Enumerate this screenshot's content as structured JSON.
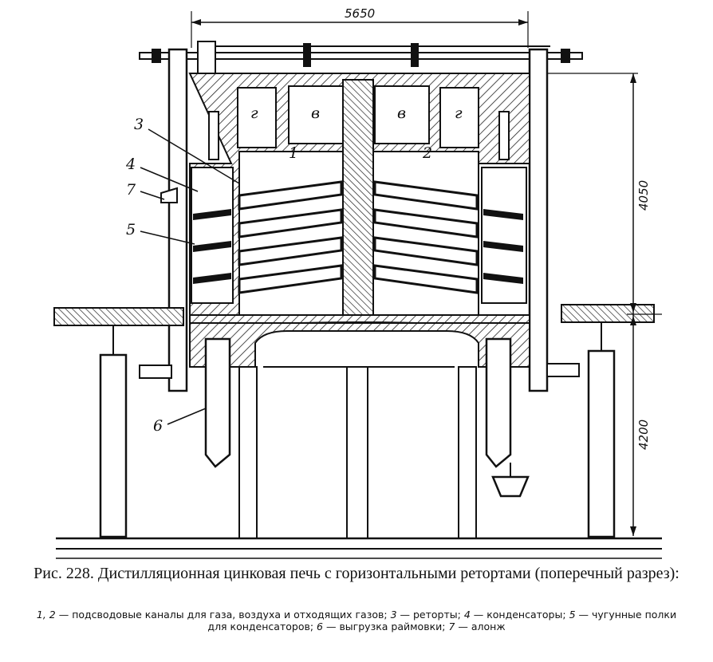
{
  "figure": {
    "dimensions": {
      "width": "5650",
      "upper_height": "4050",
      "lower_height": "4200"
    },
    "callouts": {
      "n1": "1",
      "n2": "2",
      "n3": "3",
      "n4": "4",
      "n5": "5",
      "n6": "6",
      "n7": "7",
      "g_left": "г",
      "v_left": "в",
      "v_right": "в",
      "g_right": "г"
    }
  },
  "caption": {
    "title": "Рис. 228. Дистилляционная цинковая печь с горизонтальными ретортами (поперечный разрез):"
  },
  "legend": [
    {
      "key": "1, 2",
      "text": "подсводовые каналы для газа, воздуха и отходящих газов;"
    },
    {
      "key": "3",
      "text": "реторты;"
    },
    {
      "key": "4",
      "text": "конденсаторы;"
    },
    {
      "key": "5",
      "text": "чугунные полки для конденсаторов;"
    },
    {
      "key": "6",
      "text": "выгрузка раймовки;"
    },
    {
      "key": "7",
      "text": "алонж"
    }
  ]
}
